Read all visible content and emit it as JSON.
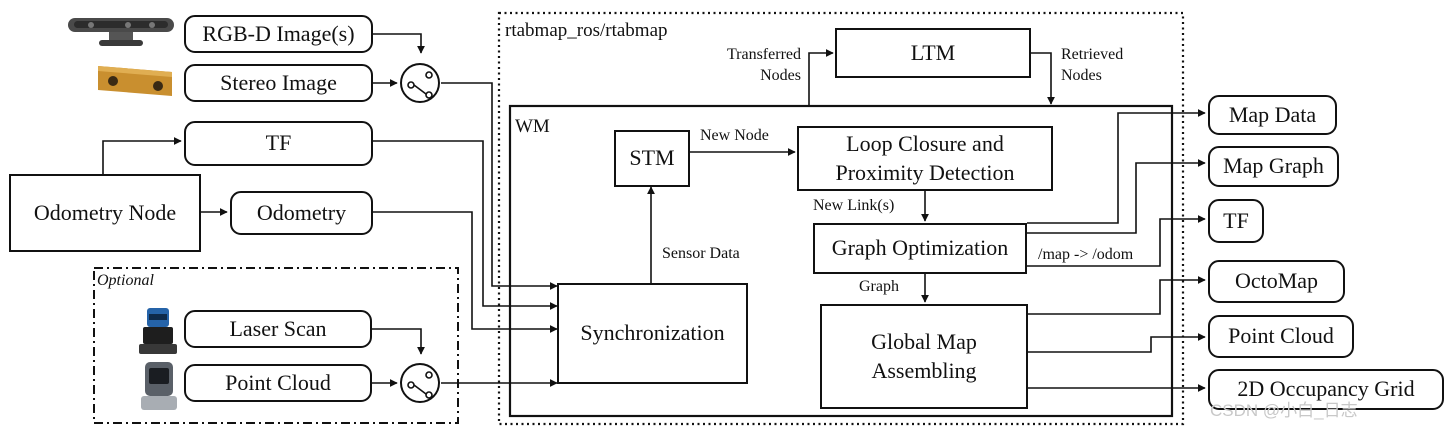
{
  "containers": {
    "rtabmap": "rtabmap_ros/rtabmap",
    "wm": "WM",
    "optional": "Optional"
  },
  "inputs": {
    "rgbd": "RGB-D Image(s)",
    "stereo": "Stereo Image",
    "tf": "TF",
    "odometry_node": "Odometry Node",
    "odometry": "Odometry",
    "laser_scan": "Laser Scan",
    "point_cloud": "Point Cloud"
  },
  "modules": {
    "ltm": "LTM",
    "stm": "STM",
    "loop_closure": "Loop Closure and Proximity Detection",
    "graph_optimization": "Graph Optimization",
    "synchronization": "Synchronization",
    "global_map": "Global Map Assembling"
  },
  "edge_labels": {
    "transferred": "Transferred Nodes",
    "retrieved": "Retrieved Nodes",
    "new_node": "New Node",
    "new_links": "New Link(s)",
    "sensor_data": "Sensor Data",
    "graph": "Graph",
    "map_odom": "/map -> /odom"
  },
  "outputs": {
    "map_data": "Map Data",
    "map_graph": "Map Graph",
    "tf": "TF",
    "octomap": "OctoMap",
    "point_cloud": "Point Cloud",
    "grid": "2D Occupancy Grid"
  },
  "watermark": "CSDN @小白_日志",
  "device_icons": [
    "rgbd-camera-icon",
    "stereo-camera-icon",
    "lidar-icon",
    "depth-sensor-icon"
  ]
}
